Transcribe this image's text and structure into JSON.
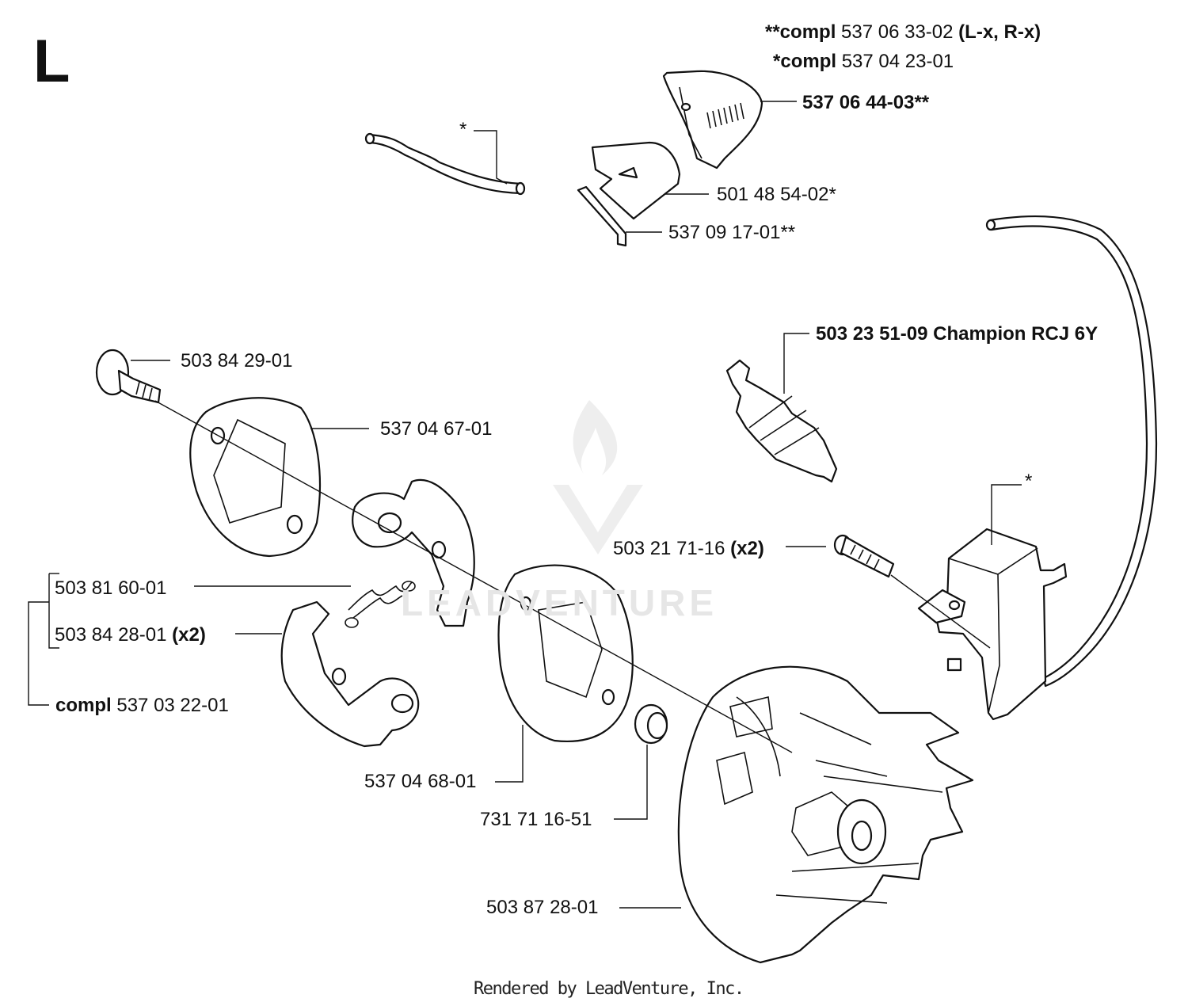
{
  "section": "L",
  "watermark": "LEADVENTURE",
  "footer": "Rendered by LeadVenture, Inc.",
  "labels": {
    "compl_0633": {
      "bold_prefix": "**compl",
      "number": "537 06 33-02",
      "bold_suffix": "(L-x, R-x)"
    },
    "compl_0423": {
      "bold_prefix": "*compl",
      "number": "537 04 23-01"
    },
    "p_06_44": "537 06 44-03**",
    "star_hose": "*",
    "p_48_54": "501 48 54-02*",
    "p_09_17": "537 09 17-01**",
    "spark_plug": "503 23 51-09 Champion RCJ 6Y",
    "p_84_29": "503 84 29-01",
    "p_04_67": "537 04 67-01",
    "star_module": "*",
    "p_21_71": {
      "number": "503 21 71-16",
      "bold_suffix": "(x2)"
    },
    "p_81_60": "503 81 60-01",
    "p_84_28": {
      "number": "503 84 28-01",
      "bold_suffix": "(x2)"
    },
    "compl_0322": {
      "bold_prefix": "compl",
      "number": "537 03 22-01"
    },
    "p_04_68": "537 04 68-01",
    "p_71_16": "731 71 16-51",
    "p_87_28": "503 87 28-01"
  }
}
